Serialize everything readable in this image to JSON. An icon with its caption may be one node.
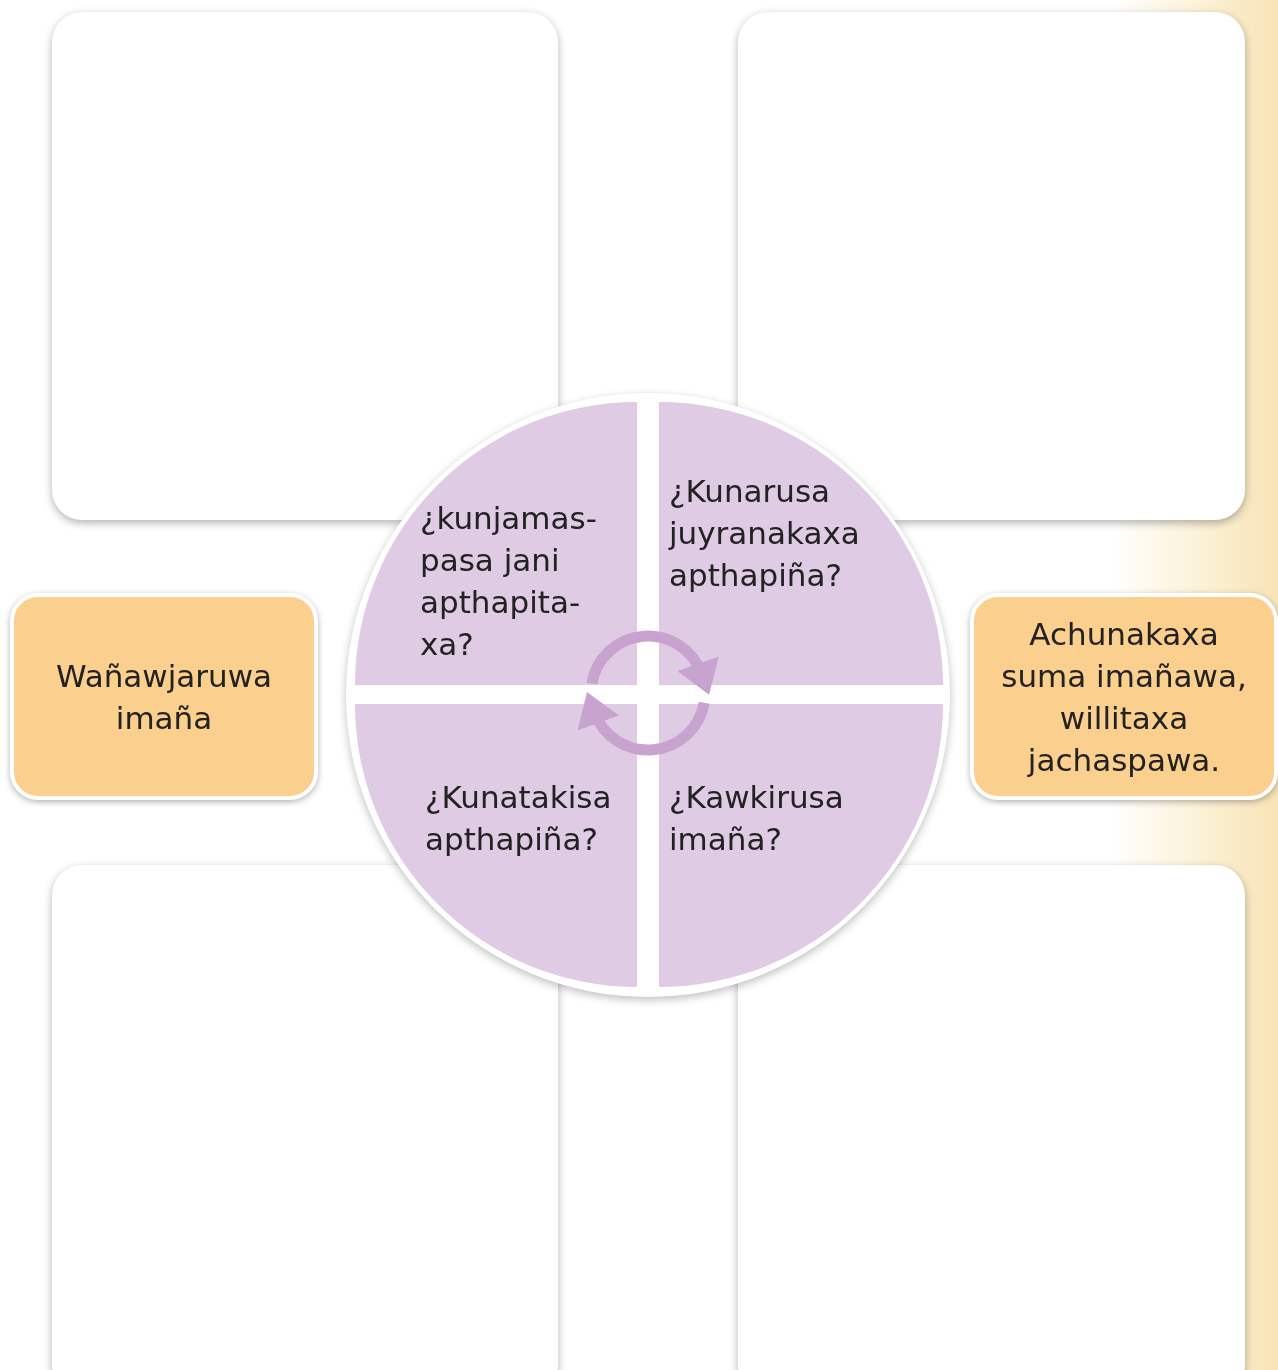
{
  "diagram": {
    "nodes": [
      {
        "text": [],
        "shape": "box"
      },
      {
        "text": [],
        "shape": "box"
      },
      {
        "text": [
          "¿kunjamas- pasa jani apthapita- xa?"
        ]
      },
      {
        "text": [
          "¿Kunarusa juyranakaxa apthapiña?"
        ]
      },
      {
        "text": [
          "Wañawjaruwa imaña"
        ]
      },
      {
        "text": [
          "Achunakaxa suma imañawa, willitaxa jachaspawa."
        ]
      },
      {
        "text": [
          "¿Kunatakisa apthapiña?"
        ]
      },
      {
        "text": [
          "¿Kawkirusa imaña?"
        ]
      },
      {
        "text": [],
        "shape": "box"
      },
      {
        "text": [],
        "shape": "box"
      }
    ],
    "edges": [
      {
        "from": 2,
        "to": 3,
        "arrow": "to"
      },
      {
        "from": 7,
        "to": 6,
        "arrow": "to"
      }
    ]
  }
}
